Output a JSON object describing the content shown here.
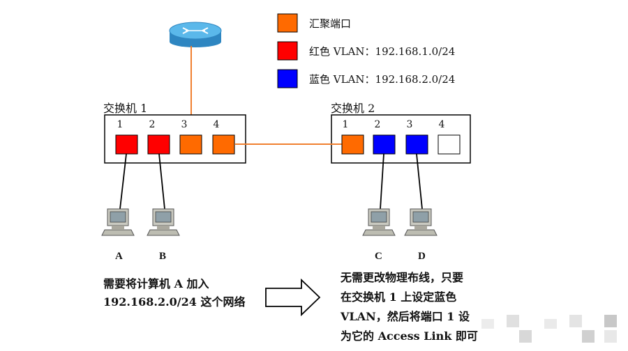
{
  "legend": {
    "items": [
      {
        "label": "汇聚端口",
        "color": "#ff6a00"
      },
      {
        "label": "红色 VLAN：192.168.1.0/24",
        "color": "#ff0000"
      },
      {
        "label": "蓝色 VLAN：192.168.2.0/24",
        "color": "#0000ff"
      }
    ]
  },
  "switch1": {
    "title": "交换机 1",
    "ports": [
      {
        "num": "1",
        "color": "#ff0000"
      },
      {
        "num": "2",
        "color": "#ff0000"
      },
      {
        "num": "3",
        "color": "#ff6a00"
      },
      {
        "num": "4",
        "color": "#ff6a00"
      }
    ]
  },
  "switch2": {
    "title": "交换机 2",
    "ports": [
      {
        "num": "1",
        "color": "#ff6a00"
      },
      {
        "num": "2",
        "color": "#0000ff"
      },
      {
        "num": "3",
        "color": "#0000ff"
      },
      {
        "num": "4",
        "color": "#ffffff"
      }
    ]
  },
  "pcs": [
    "A",
    "B",
    "C",
    "D"
  ],
  "note_left": {
    "line1": "需要将计算机  A  加入",
    "line2": "192.168.2.0/24 这个网络"
  },
  "note_right": {
    "line1": "无需更改物理布线，只要",
    "line2": "在交换机  1  上设定蓝色",
    "line3": "VLAN，然后将端口  1 设",
    "line4": "为它的 Access Link 即可"
  },
  "colors": {
    "trunk_line": "#f08030",
    "router_fill": "#3aa0d8",
    "outline": "#000000"
  }
}
